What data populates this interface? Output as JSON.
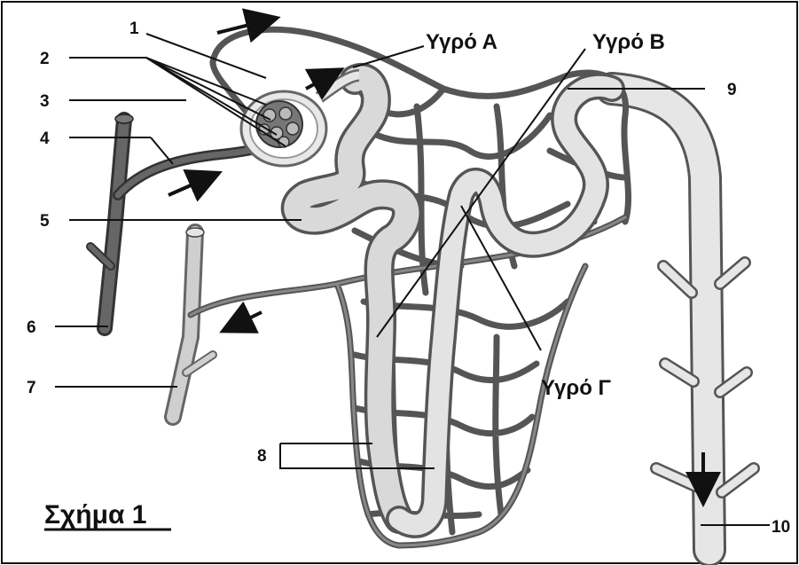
{
  "figure": {
    "caption": "Σχήμα 1",
    "numbers": [
      "1",
      "2",
      "3",
      "4",
      "5",
      "6",
      "7",
      "8",
      "9",
      "10"
    ],
    "fluid_labels": {
      "a": "Υγρό Α",
      "b": "Υγρό Β",
      "g": "Υγρό Γ"
    }
  }
}
